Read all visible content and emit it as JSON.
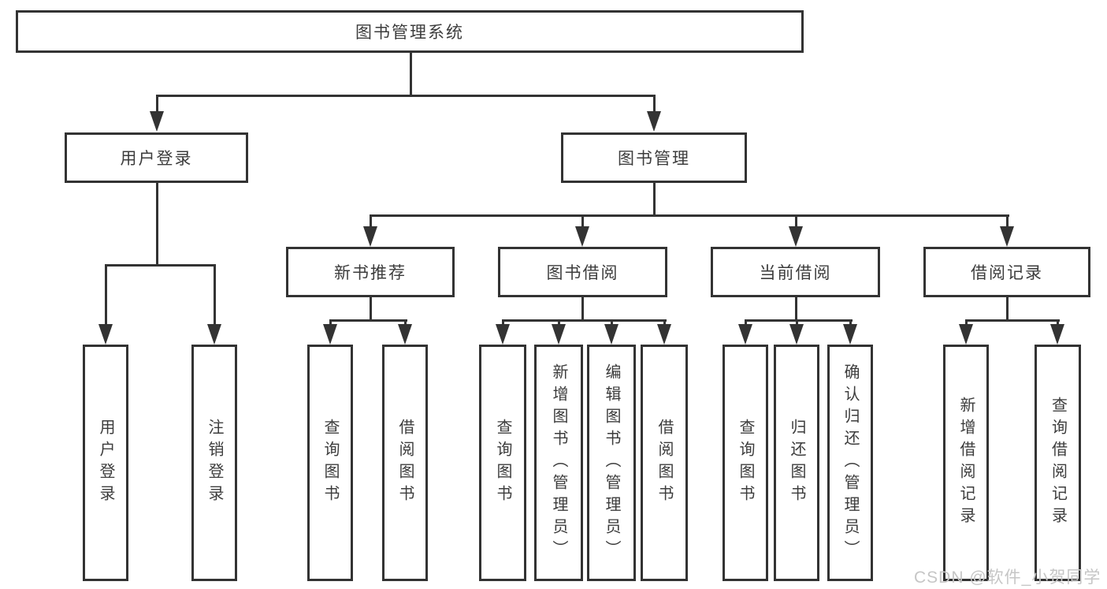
{
  "tree": {
    "label": "图书管理系统",
    "children": [
      {
        "label": "用户登录",
        "children": [
          {
            "label": "用户登录"
          },
          {
            "label": "注销登录"
          }
        ]
      },
      {
        "label": "图书管理",
        "children": [
          {
            "label": "新书推荐",
            "children": [
              {
                "label": "查询图书"
              },
              {
                "label": "借阅图书"
              }
            ]
          },
          {
            "label": "图书借阅",
            "children": [
              {
                "label": "查询图书"
              },
              {
                "label": "新增图书（管理员）"
              },
              {
                "label": "编辑图书（管理员）"
              },
              {
                "label": "借阅图书"
              }
            ]
          },
          {
            "label": "当前借阅",
            "children": [
              {
                "label": "查询图书"
              },
              {
                "label": "归还图书"
              },
              {
                "label": "确认归还（管理员）"
              }
            ]
          },
          {
            "label": "借阅记录",
            "children": [
              {
                "label": "新增借阅记录"
              },
              {
                "label": "查询借阅记录"
              }
            ]
          }
        ]
      }
    ]
  },
  "watermark": {
    "text": "CSDN @软件_小贺同学"
  },
  "colors": {
    "line": "#333333",
    "node_text": "#3c3c3c",
    "watermark_text": "#c6c6c6",
    "background": "#ffffff"
  }
}
